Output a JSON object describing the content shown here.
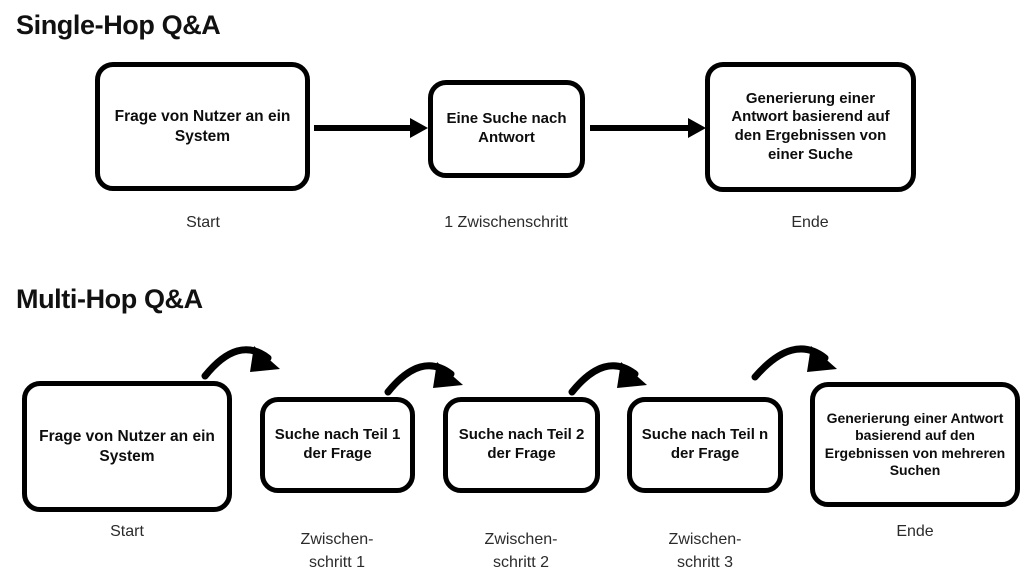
{
  "figure": {
    "background_color": "#ffffff",
    "stroke_color": "#000000",
    "text_color": "#0d0d0d",
    "caption_color": "#2b2b2b"
  },
  "sections": [
    {
      "id": "single-hop",
      "title": "Single-Hop Q&A",
      "nodes": [
        {
          "id": "s1",
          "text": "Frage von Nutzer an ein System",
          "caption": "Start"
        },
        {
          "id": "s2",
          "text": "Eine Suche nach Antwort",
          "caption": "1 Zwischenschritt"
        },
        {
          "id": "s3",
          "text": "Generierung einer Antwort basierend auf den Ergebnissen von einer Suche",
          "caption": "Ende"
        }
      ],
      "arrow_style": "straight"
    },
    {
      "id": "multi-hop",
      "title": "Multi-Hop Q&A",
      "nodes": [
        {
          "id": "m1",
          "text": "Frage von Nutzer an ein System",
          "caption": "Start"
        },
        {
          "id": "m2",
          "text": "Suche nach Teil 1 der Frage",
          "caption": "Zwischen-\nschritt 1"
        },
        {
          "id": "m3",
          "text": "Suche nach Teil 2 der Frage",
          "caption": "Zwischen-\nschritt 2"
        },
        {
          "id": "m4",
          "text": "Suche nach Teil n der Frage",
          "caption": "Zwischen-\nschritt 3"
        },
        {
          "id": "m5",
          "text": "Generierung einer Antwort basierend auf den Ergebnissen von mehreren  Suchen",
          "caption": "Ende"
        }
      ],
      "arrow_style": "curved"
    }
  ]
}
